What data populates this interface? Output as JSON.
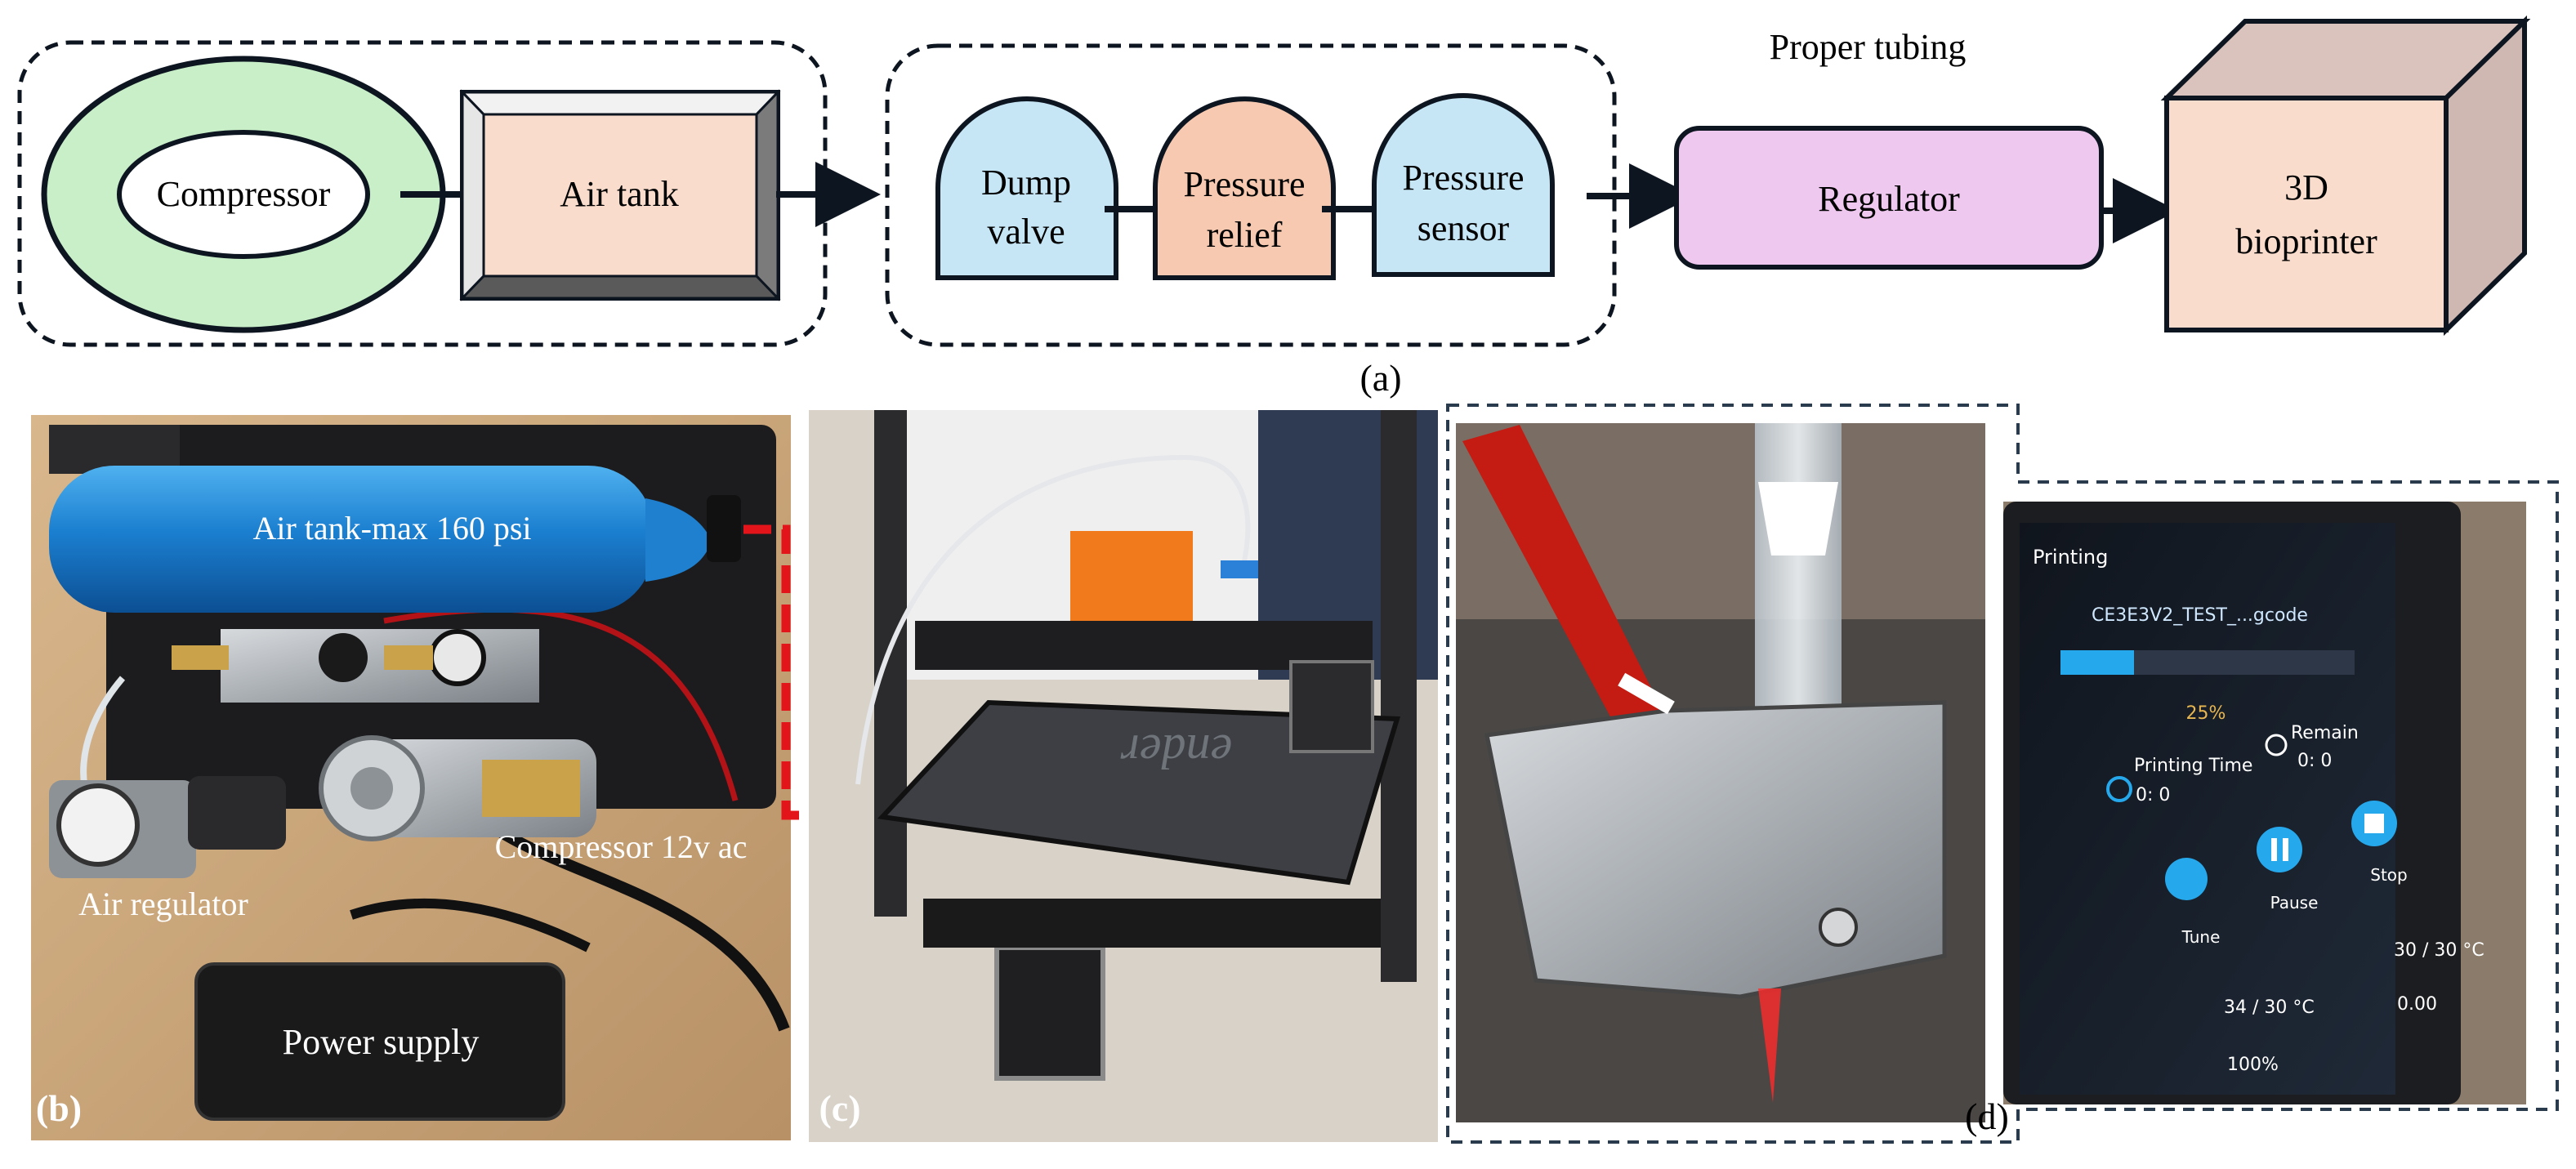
{
  "flow": {
    "compressor": "Compressor",
    "air_tank": "Air tank",
    "dump_valve_line1": "Dump",
    "dump_valve_line2": "valve",
    "pressure_relief_line1": "Pressure",
    "pressure_relief_line2": "relief",
    "pressure_sensor_line1": "Pressure",
    "pressure_sensor_line2": "sensor",
    "tubing_note": "Proper tubing",
    "regulator": "Regulator",
    "bioprinter_line1": "3D",
    "bioprinter_line2": "bioprinter",
    "panel_a": "(a)"
  },
  "photo_b": {
    "air_tank": "Air tank-max 160 psi",
    "air_regulator": "Air regulator",
    "compressor": "Compressor 12v ac",
    "power_supply": "Power supply",
    "panel": "(b)"
  },
  "photo_c": {
    "bed_brand": "ender",
    "panel": "(c)"
  },
  "photo_d": {
    "panel": "(d)",
    "screen": {
      "header": "Printing",
      "filename": "CE3E3V2_TEST_...gcode",
      "progress_text": "25%",
      "progress": 0.25,
      "printing_time_label": "Printing Time",
      "printing_time_value": "0: 0",
      "remain_label": "Remain",
      "remain_value": "0: 0",
      "tune": "Tune",
      "pause": "Pause",
      "stop": "Stop",
      "nozzle_temp": "34 / 30 °C",
      "bed_temp": "30 / 30 °C",
      "feedrate": "100%",
      "z_offset": "0.00"
    }
  },
  "colors": {
    "compressor_ring": "#c9efc9",
    "air_tank_fill": "#fadccc",
    "valve_fill": "#c6e6f5",
    "relief_fill": "#f6c9b0",
    "regulator_fill": "#efc8ef",
    "bioprinter_fill": "#fadccc",
    "line": "#0d1520",
    "red_arrow": "#e4151a",
    "screen_accent": "#26a8ec"
  }
}
